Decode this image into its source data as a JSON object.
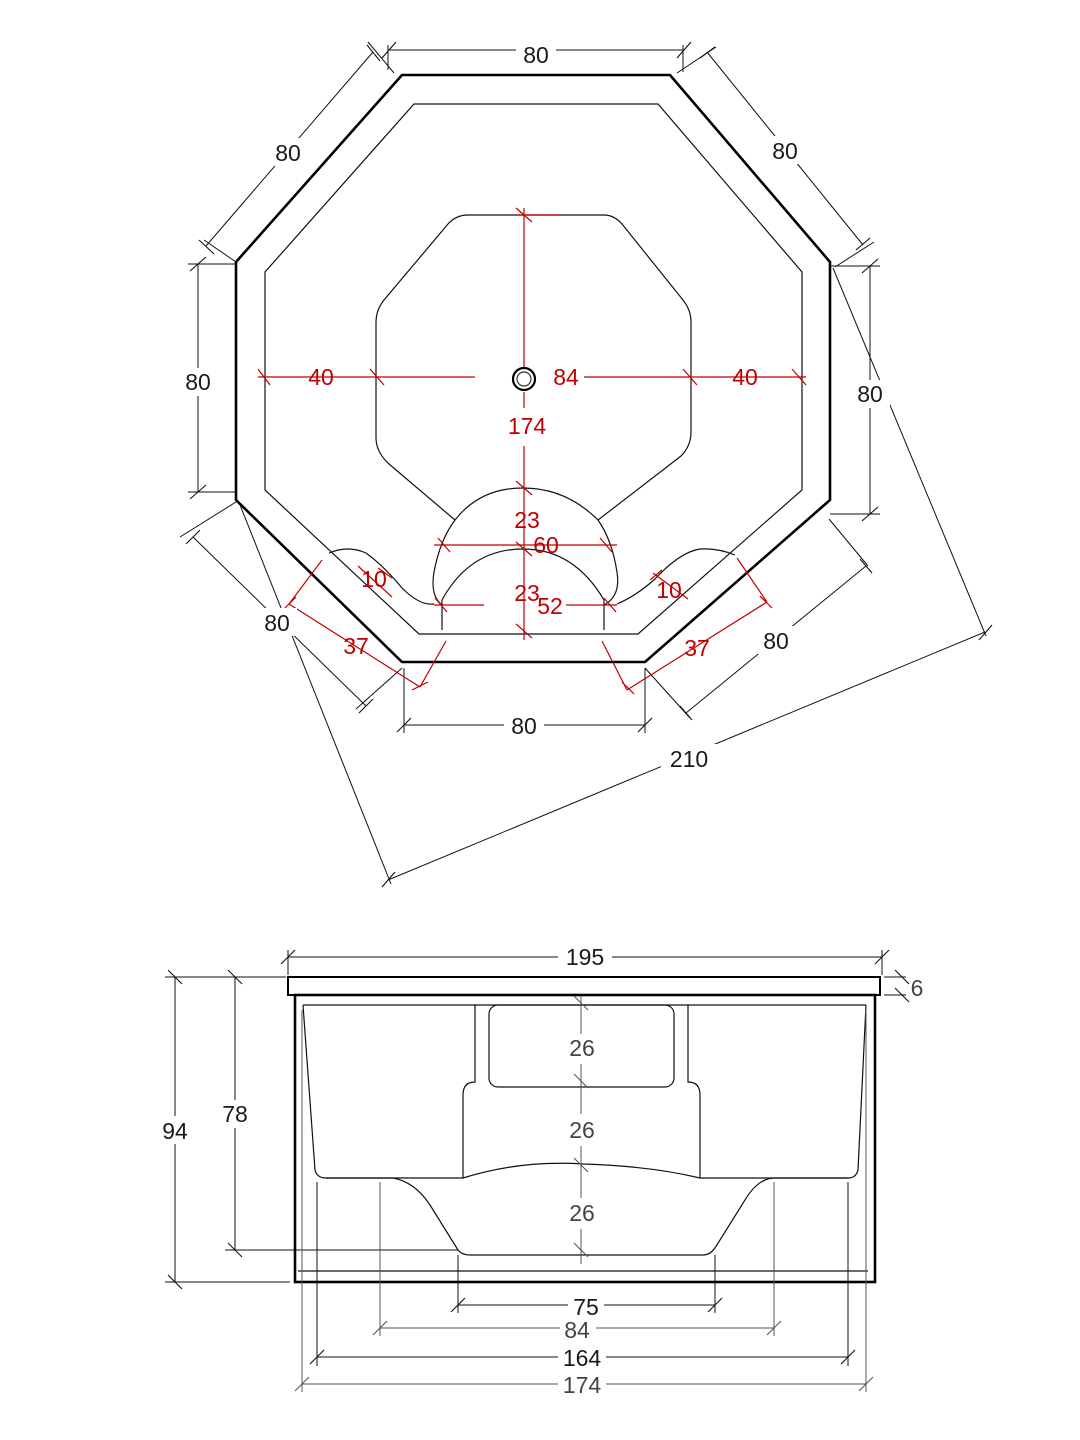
{
  "plan": {
    "side_top": "80",
    "side_upper_left": "80",
    "side_upper_right": "80",
    "side_left": "80",
    "side_right": "80",
    "side_lower_left": "80",
    "side_lower_right": "80",
    "side_bottom": "80",
    "diagonal": "210",
    "inner_left": "40",
    "inner_right": "40",
    "inner_width": "84",
    "inner_depth": "174",
    "seat_upper_depth": "23",
    "seat_upper_width": "60",
    "seat_lower_depth": "23",
    "seat_lower_width": "52",
    "step_left": "10",
    "step_right": "10",
    "corner_left": "37",
    "corner_right": "37"
  },
  "section": {
    "overall_width": "195",
    "rim_thickness": "6",
    "overall_height": "94",
    "inner_height": "78",
    "tier_top": "26",
    "tier_middle": "26",
    "tier_bottom": "26",
    "floor_width": "75",
    "bench_width": "84",
    "inner_bottom_width": "164",
    "inner_top_width": "174"
  },
  "colors": {
    "outline": "#000000",
    "dimension_black": "#1a1a1a",
    "dimension_red": "#c00000",
    "dimension_gray": "#444444"
  }
}
